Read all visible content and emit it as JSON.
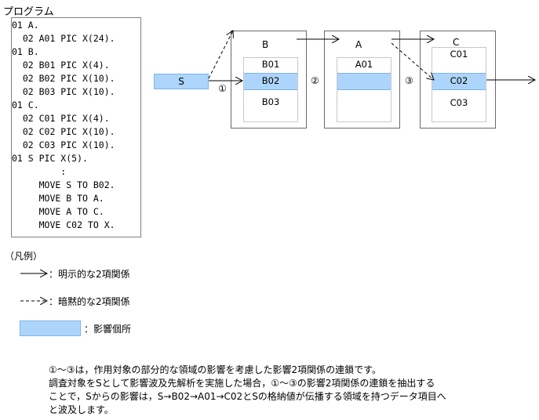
{
  "title": "プログラム",
  "program_lines": [
    "01 A.",
    "  02 A01 PIC X(24).",
    "01 B.",
    "  02 B01 PIC X(4).",
    "  02 B02 PIC X(10).",
    "  02 B03 PIC X(10).",
    "01 C.",
    "  02 C01 PIC X(4).",
    "  02 C02 PIC X(10).",
    "  02 C03 PIC X(10).",
    "01 S PIC X(5).",
    "         :",
    "     MOVE S TO B02.",
    "     MOVE B TO A.",
    "     MOVE A TO C.",
    "     MOVE C02 TO X."
  ],
  "diagram": {
    "s_label": "S",
    "b": {
      "label": "B",
      "f1": "B01",
      "f2": "B02",
      "f3": "B03"
    },
    "a": {
      "label": "A",
      "f1": "A01"
    },
    "c": {
      "label": "C",
      "f1": "C01",
      "f2": "C02",
      "f3": "C03"
    },
    "step1": "①",
    "step2": "②",
    "step3": "③"
  },
  "legend": {
    "header": "（凡例）",
    "explicit": "：明示的な2項関係",
    "implicit": "：暗黙的な2項関係",
    "impact": "：影響個所",
    "impact_color": "#add5fb"
  },
  "note": {
    "line1": "①～③は，作用対象の部分的な領域の影響を考慮した影響2項関係の連鎖です。",
    "line2": "調査対象をSとして影響波及先解析を実施した場合，①～③の影響2項関係の連鎖を抽出する",
    "line3": "ことで，Sからの影響は，S→B02→A01→C02とSの格納値が伝播する領域を持つデータ項目へ",
    "line4": "と波及します。"
  }
}
